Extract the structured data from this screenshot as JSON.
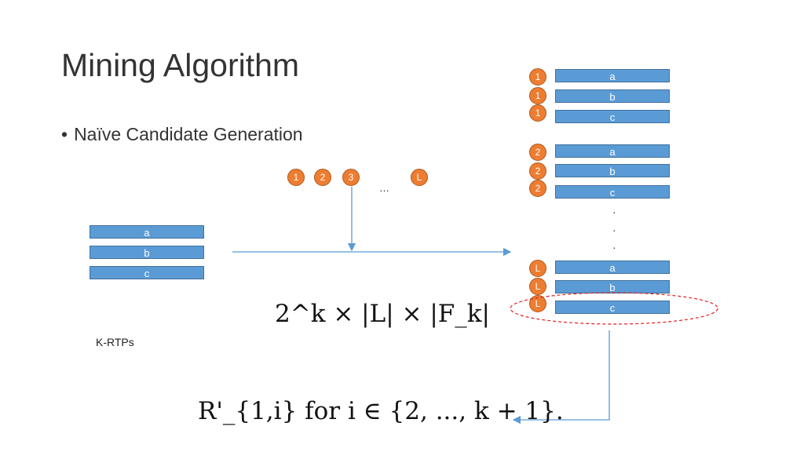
{
  "title": "Mining Algorithm",
  "bullet": "Naïve Candidate Generation",
  "left_items": [
    "a",
    "b",
    "c"
  ],
  "left_caption": "K-RTPs",
  "numbers_row": [
    "1",
    "2",
    "3",
    "…",
    "L"
  ],
  "right_groups": [
    {
      "label": "1",
      "items": [
        "a",
        "b",
        "c"
      ]
    },
    {
      "label": "2",
      "items": [
        "a",
        "b",
        "c"
      ]
    },
    {
      "label": "L",
      "items": [
        "a",
        "b",
        "c"
      ]
    }
  ],
  "vertical_dots": [
    "·",
    "·",
    "·"
  ],
  "formula_count": "2^k × |L| × |F_k|",
  "formula_result": "R'_{1,i} for i ∈ {2, ..., k + 1}.",
  "colors": {
    "bar": "#5b9bd5",
    "circle": "#ed7d31",
    "arrow": "#5b9bd5",
    "highlight": "#e02020"
  }
}
